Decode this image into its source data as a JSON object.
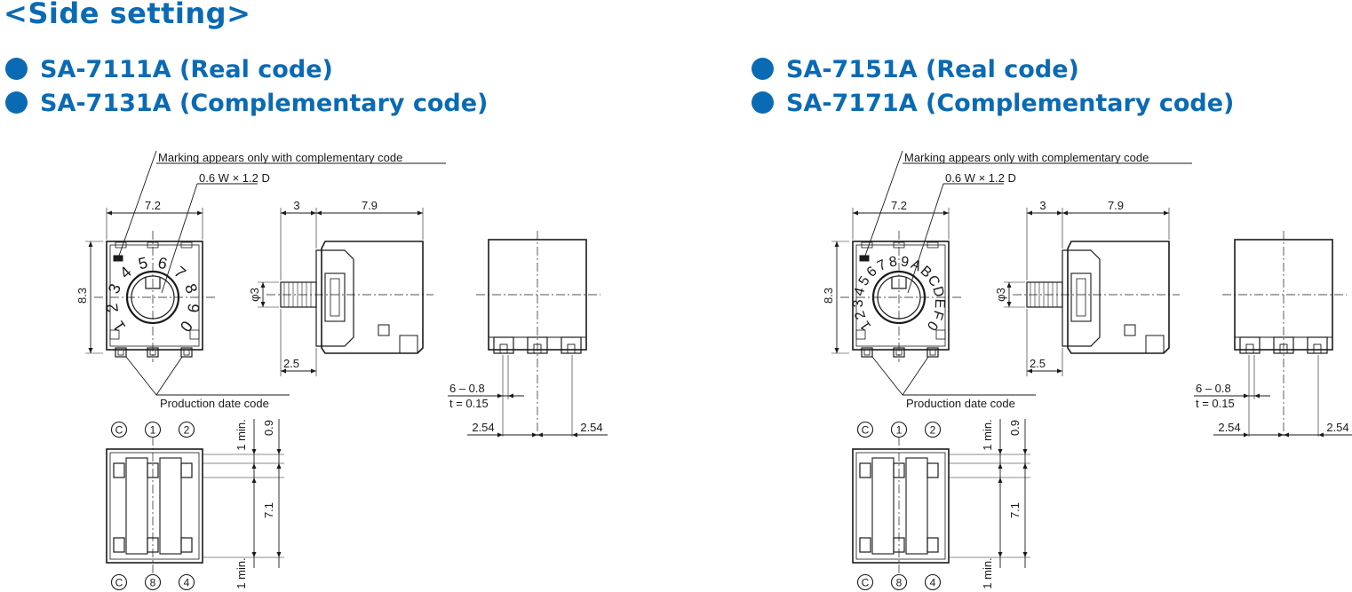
{
  "colors": {
    "title": "#0a6ab4",
    "bullet": "#0a6ab4",
    "line": "#1a1a1a"
  },
  "page_title": "<Side setting>",
  "left": {
    "models": [
      "SA-7111A (Real code)",
      "SA-7131A (Complementary code)"
    ],
    "dial_digits": [
      "1",
      "2",
      "3",
      "4",
      "5",
      "6",
      "7",
      "8",
      "9",
      "0"
    ]
  },
  "right": {
    "models": [
      "SA-7151A (Real code)",
      "SA-7171A (Complementary code)"
    ],
    "dial_digits": [
      "1",
      "2",
      "3",
      "4",
      "5",
      "6",
      "7",
      "8",
      "9",
      "A",
      "B",
      "C",
      "D",
      "E",
      "F",
      "0"
    ]
  },
  "labels": {
    "marking_note": "Marking appears only with complementary code",
    "marking_size": "0.6 W × 1.2 D",
    "production_date": "Production date code",
    "dim_width": "7.2",
    "dim_height": "8.3",
    "dim_shaft_len": "3",
    "dim_body_len": "7.9",
    "dim_shaft_dia": "φ3",
    "dim_offset": "2.5",
    "dim_pin_w": "6 – 0.8",
    "dim_pin_t": "t = 0.15",
    "dim_pitch_left": "2.54",
    "dim_pitch_right": "2.54",
    "dim_top_gap": "0.9",
    "dim_top_min": "1 min.",
    "dim_span": "7.1",
    "dim_bot_min": "1 min.",
    "pins_top": [
      "C",
      "1",
      "2"
    ],
    "pins_bottom": [
      "C",
      "8",
      "4"
    ]
  }
}
